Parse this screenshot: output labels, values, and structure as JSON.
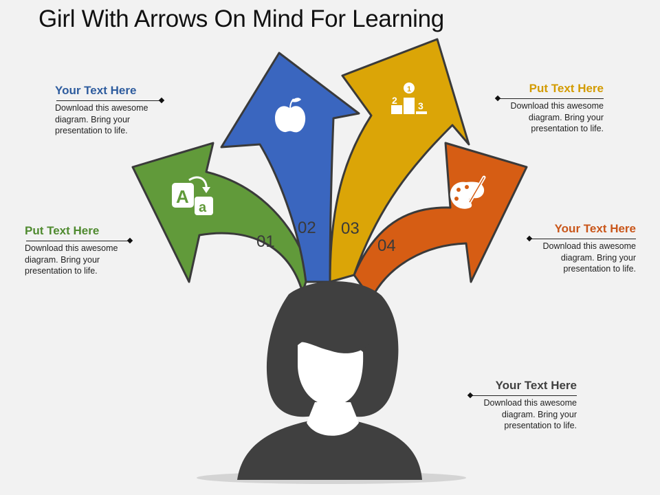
{
  "title": "Girl With Arrows On Mind For Learning",
  "colors": {
    "green": "#619a3a",
    "blue": "#3a66bf",
    "gold": "#dba507",
    "orange": "#d65d14",
    "girl": "#404040",
    "outline": "#3a3a3a"
  },
  "steps": [
    {
      "number": "01",
      "color": "green",
      "icon": "letters-aa-icon"
    },
    {
      "number": "02",
      "color": "blue",
      "icon": "apple-icon"
    },
    {
      "number": "03",
      "color": "gold",
      "icon": "podium-icon",
      "podium_labels": [
        "1",
        "2",
        "3"
      ]
    },
    {
      "number": "04",
      "color": "orange",
      "icon": "palette-brush-icon"
    }
  ],
  "callouts": [
    {
      "heading": "Your Text Here",
      "body": "Download this awesome diagram. Bring your presentation to life.",
      "color": "#2e5c9e"
    },
    {
      "heading": "Put Text Here",
      "body": "Download this awesome diagram. Bring your presentation to life.",
      "color": "#4f8a2f"
    },
    {
      "heading": "Put Text Here",
      "body": "Download this awesome diagram. Bring your presentation to life.",
      "color": "#d39b00"
    },
    {
      "heading": "Your Text Here",
      "body": "Download this awesome diagram. Bring your presentation to life.",
      "color": "#c9561a"
    },
    {
      "heading": "Your Text Here",
      "body": "Download this awesome diagram. Bring your presentation to life.",
      "color": "#404040"
    }
  ]
}
